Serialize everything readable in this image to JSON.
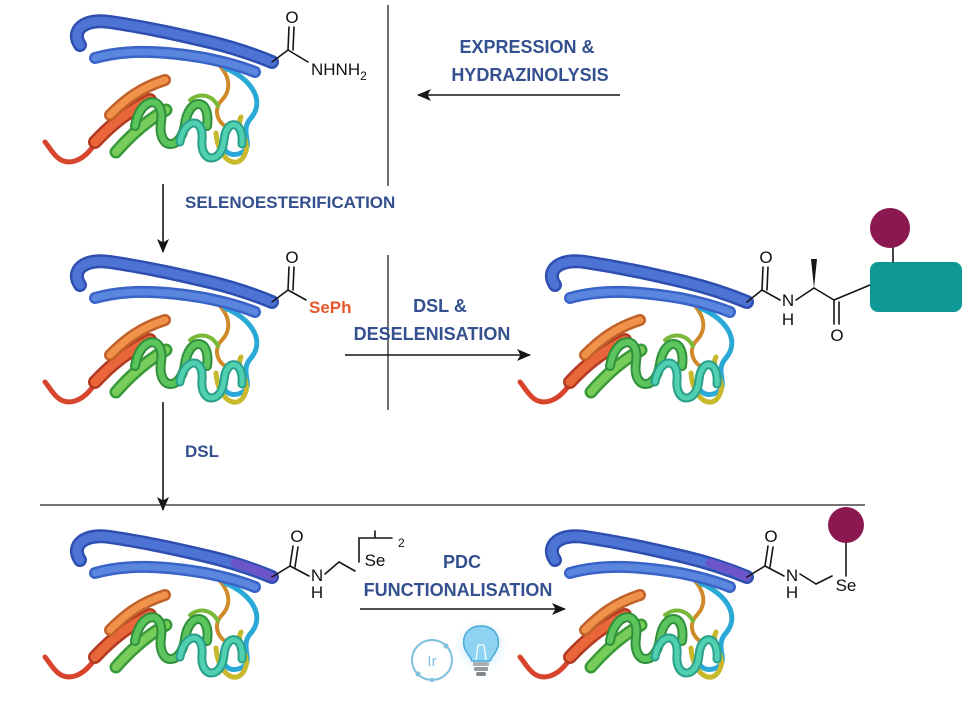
{
  "colors": {
    "label": "#34508f",
    "selenium_phenyl": "#e8572c",
    "payload_circle": "#8b1850",
    "protein_block": "#0e9996",
    "catalyst_icon": "#7fbfe0"
  },
  "icons": {
    "catalyst": "iridium-catalyst-icon",
    "light": "lightbulb-icon",
    "protein": "protein-ribbon-icon"
  },
  "steps": {
    "expression": {
      "line1": "EXPRESSION &",
      "line2": "HYDRAZINOLYSIS"
    },
    "selenoesterification": {
      "label": "SELENOESTERIFICATION"
    },
    "dsl_deselenisation": {
      "line1": "DSL &",
      "line2": "DESELENISATION"
    },
    "dsl": {
      "label": "DSL"
    },
    "pdc": {
      "line1": "PDC",
      "line2": "FUNCTIONALISATION"
    }
  },
  "structures": {
    "hydrazide": {
      "carbonyl_o": "O",
      "group": "NHNH",
      "subscript": "2"
    },
    "selenoester": {
      "carbonyl_o": "O",
      "group": "SePh"
    },
    "ligated": {
      "carbonyl_o": "O",
      "n": "N",
      "h": "H",
      "ketone_o": "O"
    },
    "diselenide": {
      "carbonyl_o": "O",
      "n": "N",
      "h": "H",
      "se": "Se",
      "count": "2"
    },
    "functionalised": {
      "carbonyl_o": "O",
      "n": "N",
      "h": "H",
      "se": "Se"
    }
  },
  "catalyst": {
    "label": "Ir"
  }
}
